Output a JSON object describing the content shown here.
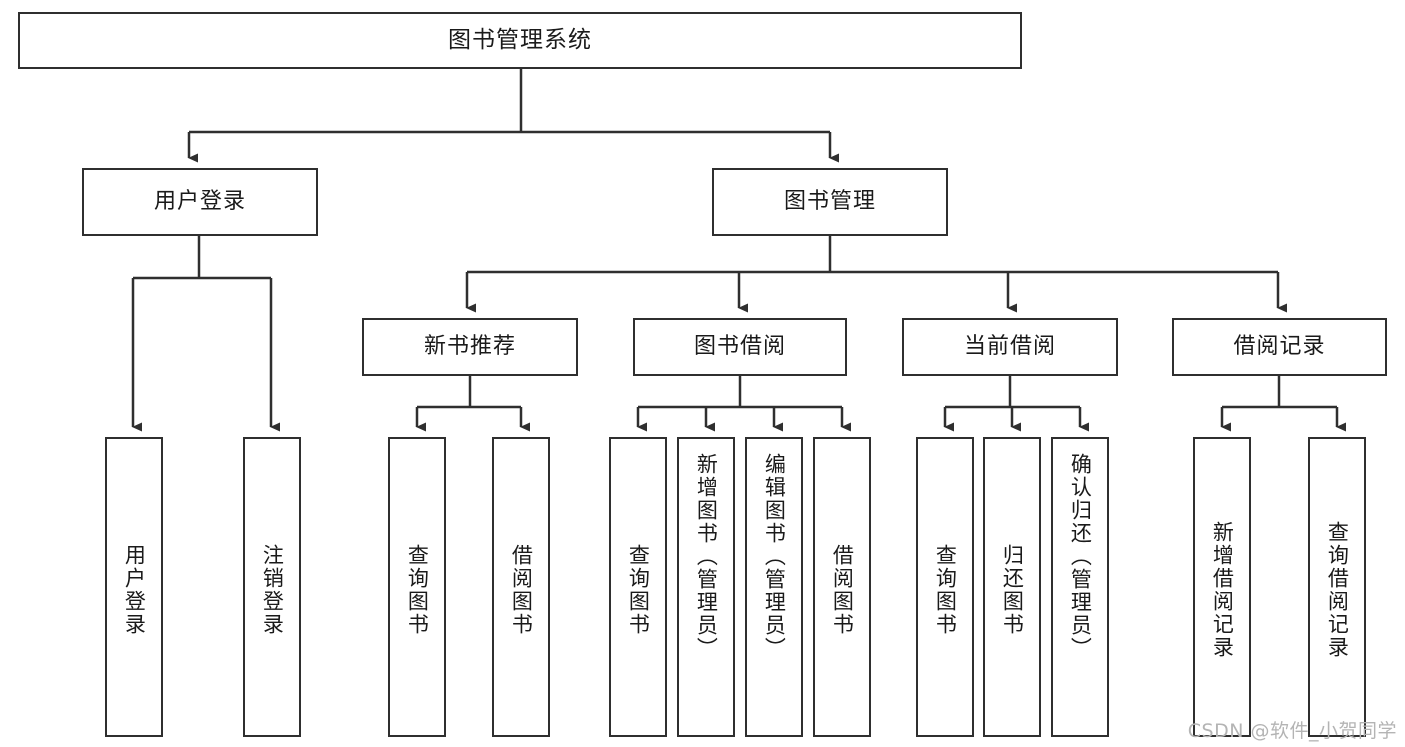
{
  "diagram": {
    "title": "图书管理系统",
    "type": "tree",
    "watermark": "CSDN @软件_小贺同学",
    "colors": {
      "box_border": "#2f2f2f",
      "box_fill": "#ffffff",
      "connector": "#2f2f2f",
      "text": "#1a1a1a",
      "watermark": "#b4b4b4"
    },
    "root": {
      "label": "图书管理系统"
    },
    "level2": [
      {
        "label": "用户登录"
      },
      {
        "label": "图书管理"
      }
    ],
    "level3": [
      {
        "label": "新书推荐"
      },
      {
        "label": "图书借阅"
      },
      {
        "label": "当前借阅"
      },
      {
        "label": "借阅记录"
      }
    ],
    "leaves": {
      "user_login": [
        {
          "label": "用户登录"
        },
        {
          "label": "注销登录"
        }
      ],
      "new_book_recommend": [
        {
          "label": "查询图书"
        },
        {
          "label": "借阅图书"
        }
      ],
      "book_borrow": [
        {
          "label": "查询图书"
        },
        {
          "label": "新增图书（管理员）"
        },
        {
          "label": "编辑图书（管理员）"
        },
        {
          "label": "借阅图书"
        }
      ],
      "current_borrow": [
        {
          "label": "查询图书"
        },
        {
          "label": "归还图书"
        },
        {
          "label": "确认归还（管理员）"
        }
      ],
      "borrow_record": [
        {
          "label": "新增借阅记录"
        },
        {
          "label": "查询借阅记录"
        }
      ]
    }
  }
}
